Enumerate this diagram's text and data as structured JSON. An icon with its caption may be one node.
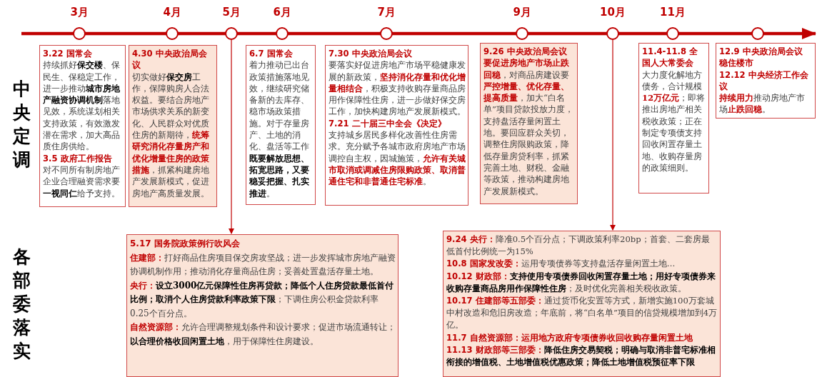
{
  "diagram": {
    "nodes": [
      {
        "text": [],
        "shape": "circle",
        "beside": [
          "3月"
        ]
      },
      {
        "text": [],
        "shape": "circle",
        "beside": [
          "4月"
        ]
      },
      {
        "text": [],
        "shape": "circle",
        "beside": [
          "5月"
        ]
      },
      {
        "text": [],
        "shape": "circle",
        "beside": [
          "6月"
        ]
      },
      {
        "text": [],
        "shape": "circle",
        "beside": [
          "7月"
        ]
      },
      {
        "text": [],
        "shape": "circle",
        "beside": [
          "9月"
        ]
      },
      {
        "text": [],
        "shape": "circle",
        "beside": [
          "10月"
        ]
      },
      {
        "text": [],
        "shape": "circle",
        "beside": [
          "11月"
        ]
      },
      {
        "text": [],
        "shape": "circle"
      },
      {
        "text": [
          "3.22 国常会",
          "持续抓好**保交楼**、保民生、保稳定工作，进一步推动**城市房地产融资协调机制**落地见效，系统谋划相关支持政策，有效激发潜在需求，加大高品质住房供给。",
          "3.5 政府工作报告",
          "对不同所有制房地产企业合理融资需求要**一视同仁**给予支持。"
        ]
      },
      {
        "text": [
          "4.30 中央政治局会议",
          "切实做好**保交房**工作，保障购房人合法权益。要结合房地产市场供求关系的新变化、人民群众对优质住房的新期待，**统筹研究消化存量房产和优化增量住房的政策措施**，抓紧构建房地产发展新模式，促进房地产高质量发展。"
        ]
      },
      {
        "text": [
          "6.7 国常会",
          "着力推动已出台政策措施落地见效，继续研究储备新的去库存、稳市场政策措施。对于存量房产、土地的消化、盘活等工作**既要解放思想、拓宽思路，又要稳妥把握、扎实推进**。"
        ]
      },
      {
        "text": [
          "7.30 中央政治局会议",
          "要落实好促进房地产市场平稳健康发展的新政策，**坚持消化存量和优化增量相结合**，积极支持收购存量商品房用作保障性住房，进一步做好保交房工作，加快构建房地产发展新模式。",
          "7.21 二十届三中全会《决定》",
          "支持城乡居民多样化改善性住房需求。充分赋予各城市政府房地产市场调控自主权，因城施策，**允许有关城市取消或调减住房限购政策、取消普通住宅和非普通住宅标准**。"
        ]
      },
      {
        "text": [
          "9.26 中央政治局会议",
          "**要促进房地产市场止跌回稳**，对商品房建设要**严控增量、优化存量、提高质量**，加大“白名单”项目贷款投放力度，支持盘活存量闲置土地。要回应群众关切，调整住房限购政策，降低存量房贷利率，抓紧完善土地、财税、金融等政策，推动构建房地产发展新模式。"
        ]
      },
      {
        "text": [
          "11.4-11.8 全国人大常委会",
          "大力度化解地方债务，合计规模**12万亿元**；即将推出房地产相关税收政策；正在制定专项债支持回收闲置存量土地、收购存量房的政策细则。"
        ]
      },
      {
        "text": [
          "12.9 中央政治局会议",
          "稳住楼市",
          "12.12 中央经济工作会议",
          "**持续用力**推动房地产市场**止跌回稳**。"
        ]
      },
      {
        "text": [
          "5.17 国务院政策例行吹风会",
          "住建部：",
          "打好商品住房项目保交房攻坚战；进一步发挥城市房地产融资协调机制作用；推动消化存量商品住房；妥善处置盘活存量土地。",
          "央行：",
          "**设立3000亿元保障性住房再贷款；降低个人住房贷款最低首付比例；取消个人住房贷款利率政策下限**；下调住房公积金贷款利率0.25个百分点。",
          "自然资源部：",
          "允许合理调整规划条件和设计要求；促进市场流通转让；**以合理价格收回闲置土地**，用于保障性住房建设。"
        ]
      },
      {
        "text": [
          "9.24 央行：",
          "降准0.5个百分点；下调政策利率20bp；首套、二套房最低首付比例统一为15%",
          "10.8 国家发改委：",
          "运用专项债券等支持盘活存量闲置土地…",
          "10.12 财政部：",
          "**支持使用专项债券回收闲置存量土地；用好专项债券来收购存量商品房用作保障性住房**；及时优化完善相关税收政策。",
          "10.17 住建部等五部委：",
          "通过货币化安置等方式，新增实施100万套城中村改造和危旧房改造；年底前，将“白名单”项目的信贷规模增加到4万亿。",
          "11.7 自然资源部：",
          "**运用地方政府专项债券收回收购存量闲置土地**",
          "11.13 财政部等三部委：",
          "**降低住房交易契税；明确与取消非普宅标准相衔接的增值税、土地增值税优惠政策；降低土地增值税预征率下限**"
        ]
      }
    ],
    "edges": [
      {
        "from": 2,
        "to": 16,
        "arrow": "to"
      },
      {
        "from": 6,
        "to": 17,
        "arrow": "to"
      }
    ],
    "labels": [
      "中央定调",
      "各部委落实"
    ]
  }
}
